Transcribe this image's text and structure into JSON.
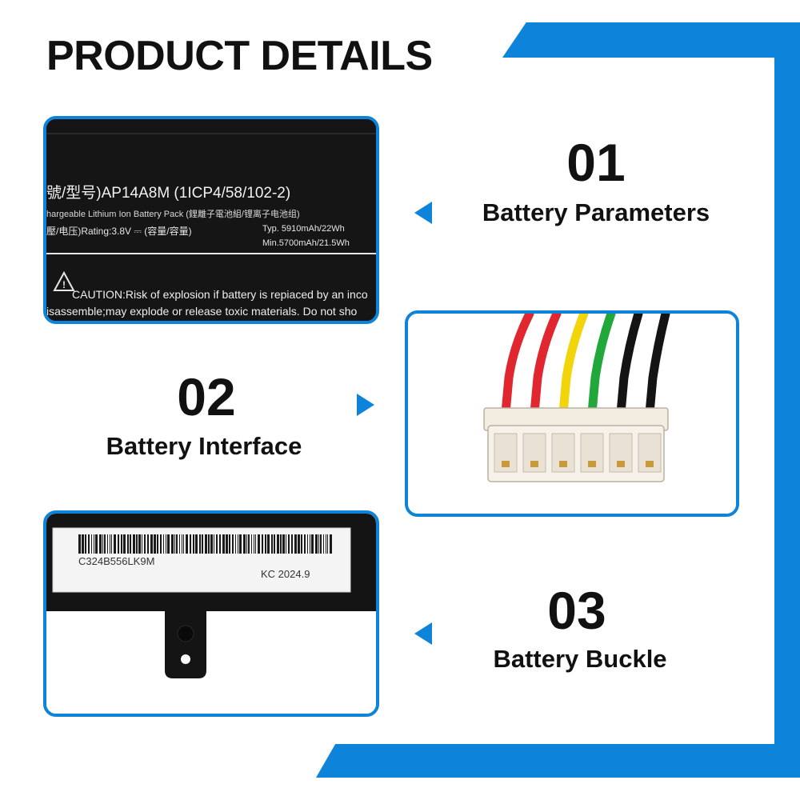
{
  "page": {
    "title": "PRODUCT DETAILS"
  },
  "features": [
    {
      "number": "01",
      "label": "Battery Parameters"
    },
    {
      "number": "02",
      "label": "Battery Interface"
    },
    {
      "number": "03",
      "label": "Battery Buckle"
    }
  ],
  "battery_label": {
    "model_line": "號/型号)AP14A8M  (1ICP4/58/102-2)",
    "pack_line": "hargeable Lithium Ion Battery Pack (鋰離子電池組/锂离子电池组)",
    "rating_line": "壓/电压)Rating:3.8V  ⎓ (容量/容量)",
    "typ_line": "Typ. 5910mAh/22Wh",
    "min_line": "Min.5700mAh/21.5Wh",
    "caution_line": "CAUTION:Risk of explosion if battery is repiaced by an inco",
    "caution_line2": "isassemble;may explode or release toxic materials. Do not sho"
  },
  "barcode_label": {
    "serial": "C324B556LK9M",
    "code": "KC 2024.9"
  },
  "connector": {
    "wire_colors": [
      "#e0262f",
      "#e0262f",
      "#f2d40a",
      "#22a73a",
      "#141414",
      "#141414"
    ]
  },
  "colors": {
    "accent": "#0d84d9"
  }
}
